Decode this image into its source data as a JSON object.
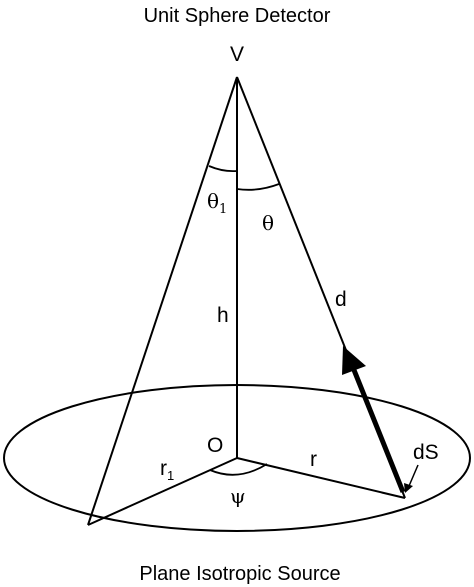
{
  "title": "Unit Sphere Detector",
  "caption": "Plane Isotropic Source",
  "labels": {
    "vertex": "V",
    "origin": "O",
    "height": "h",
    "distance": "d",
    "radius": "r",
    "radius1": "r",
    "radius1_sub": "1",
    "theta": "θ",
    "theta1": "θ",
    "theta1_sub": "1",
    "psi": "ψ",
    "element": "dS"
  },
  "colors": {
    "stroke": "#000000",
    "background": "#ffffff"
  }
}
